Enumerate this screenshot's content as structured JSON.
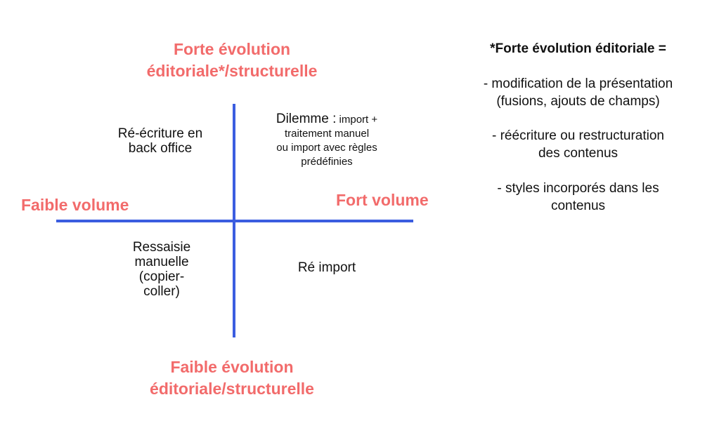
{
  "axes": {
    "top_line1": "Forte évolution",
    "top_line2": "éditoriale*/structurelle",
    "bottom_line1": "Faible évolution",
    "bottom_line2": "éditoriale/structurelle",
    "left": "Faible volume",
    "right": "Fort volume",
    "line_color": "#3b5de0",
    "label_color": "#f26b6b"
  },
  "quadrants": {
    "top_left_line1": "Ré-écriture en",
    "top_left_line2": "back office",
    "top_right_line1_large": "Dilemme :",
    "top_right_line1_small": " import +",
    "top_right_line2": "traitement manuel",
    "top_right_line3": "ou import avec règles",
    "top_right_line4": "prédéfinies",
    "bottom_left_line1": "Ressaisie",
    "bottom_left_line2": "manuelle",
    "bottom_left_line3": "(copier-",
    "bottom_left_line4": "coller)",
    "bottom_right": "Ré import"
  },
  "note": {
    "title": "*Forte évolution éditoriale =",
    "item1_line1": "- modification de la présentation",
    "item1_line2": "(fusions, ajouts de champs)",
    "item2_line1": "- réécriture ou restructuration",
    "item2_line2": "des contenus",
    "item3_line1": "- styles incorporés dans les",
    "item3_line2": "contenus"
  }
}
